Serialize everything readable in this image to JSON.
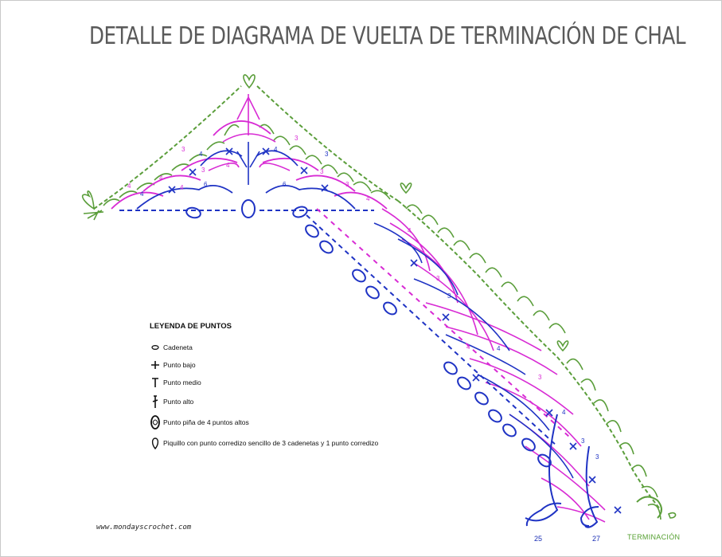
{
  "title": "DETALLE DE DIAGRAMA DE VUELTA DE TERMINACIÓN DE CHAL",
  "legend": {
    "title": "LEYENDA DE PUNTOS",
    "items": [
      {
        "icon": "chain-oval-icon",
        "label": "Cadeneta"
      },
      {
        "icon": "plus-stitch-icon",
        "label": "Punto bajo"
      },
      {
        "icon": "half-double-icon",
        "label": "Punto medio"
      },
      {
        "icon": "double-crochet-icon",
        "label": "Punto alto"
      },
      {
        "icon": "puff-stitch-icon",
        "label": "Punto piña de 4 puntos altos"
      },
      {
        "icon": "picot-icon",
        "label": "Piquillo con punto corredizo sencillo de 3 cadenetas y 1 punto corredizo"
      }
    ]
  },
  "credit": "www.mondayscrochet.com",
  "row_labels": [
    "25",
    "27"
  ],
  "finish_label": "TERMINACIÓN",
  "diagram_numbers": [
    "3",
    "4",
    "4",
    "3",
    "3",
    "4",
    "6",
    "6",
    "4",
    "3",
    "4",
    "3",
    "4",
    "4",
    "3",
    "4",
    "4",
    "3",
    "3",
    "4",
    "4",
    "3",
    "4",
    "3",
    "3"
  ],
  "colors": {
    "green": "#5b9e3b",
    "magenta": "#d82bd4",
    "blue": "#1f33c4",
    "title": "#5a5a5a"
  }
}
